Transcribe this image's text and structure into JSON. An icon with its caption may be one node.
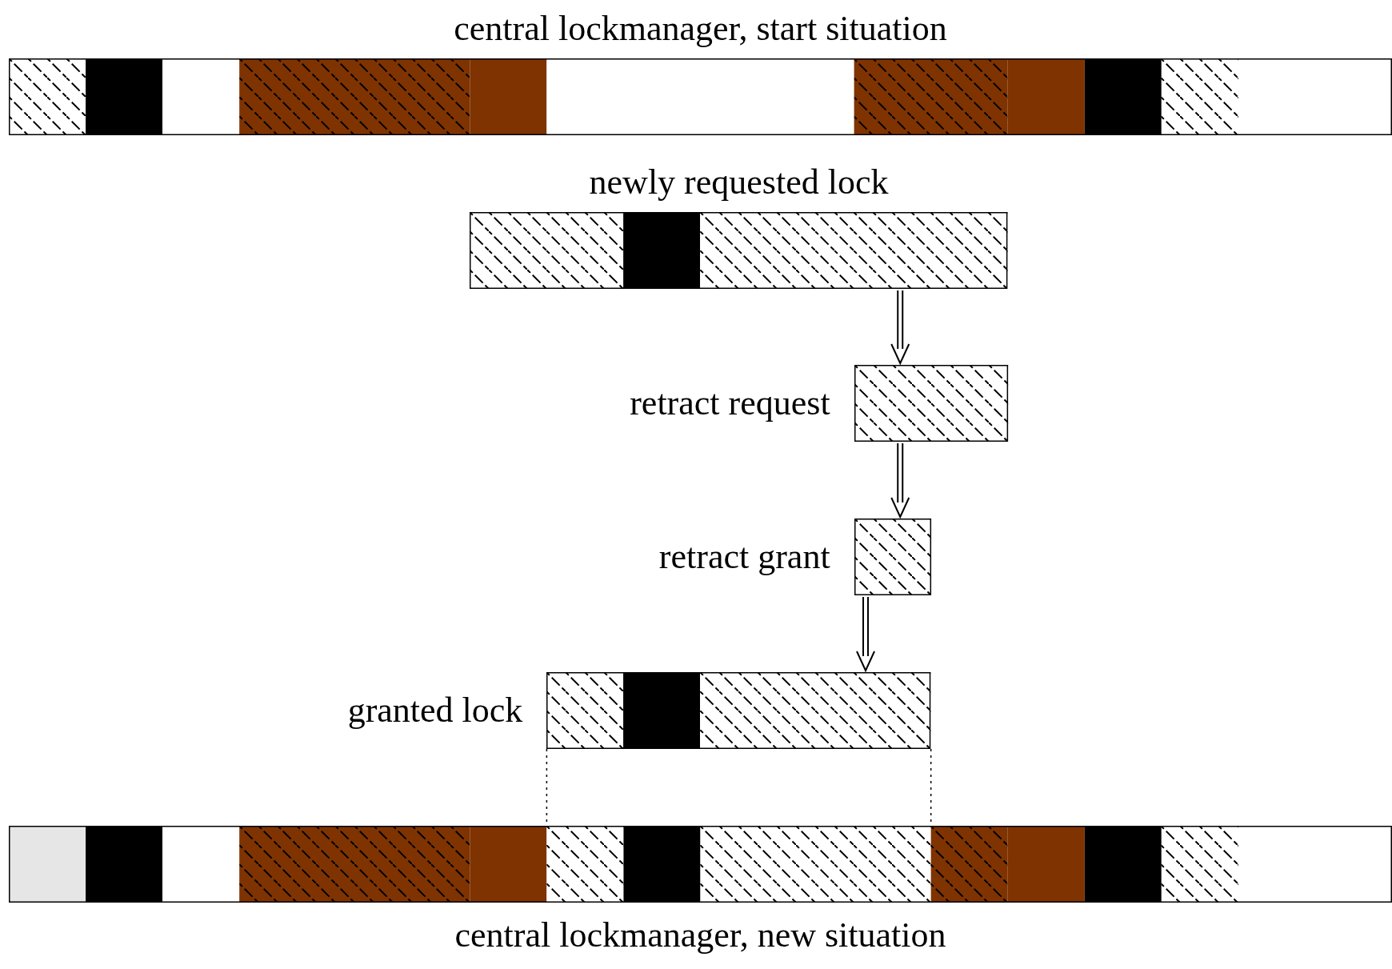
{
  "diagram": {
    "nodes": [
      {
        "text": [
          "central lockmanager, start situation"
        ]
      },
      {
        "text": [
          "newly requested lock"
        ]
      },
      {
        "text": [
          "retract request"
        ]
      },
      {
        "text": [
          "retract grant"
        ]
      },
      {
        "text": [
          "granted lock"
        ]
      },
      {
        "text": [
          "central lockmanager, new situation"
        ]
      }
    ],
    "edges": [
      {
        "from": 1,
        "to": 2,
        "arrow": "to"
      },
      {
        "from": 2,
        "to": 3,
        "arrow": "to"
      },
      {
        "from": 3,
        "to": 4,
        "arrow": "to"
      },
      {
        "from": 4,
        "to": 5,
        "arrow": "none",
        "style": "dashed"
      },
      {
        "from": 4,
        "to": 5,
        "arrow": "none",
        "style": "dashed"
      }
    ]
  }
}
